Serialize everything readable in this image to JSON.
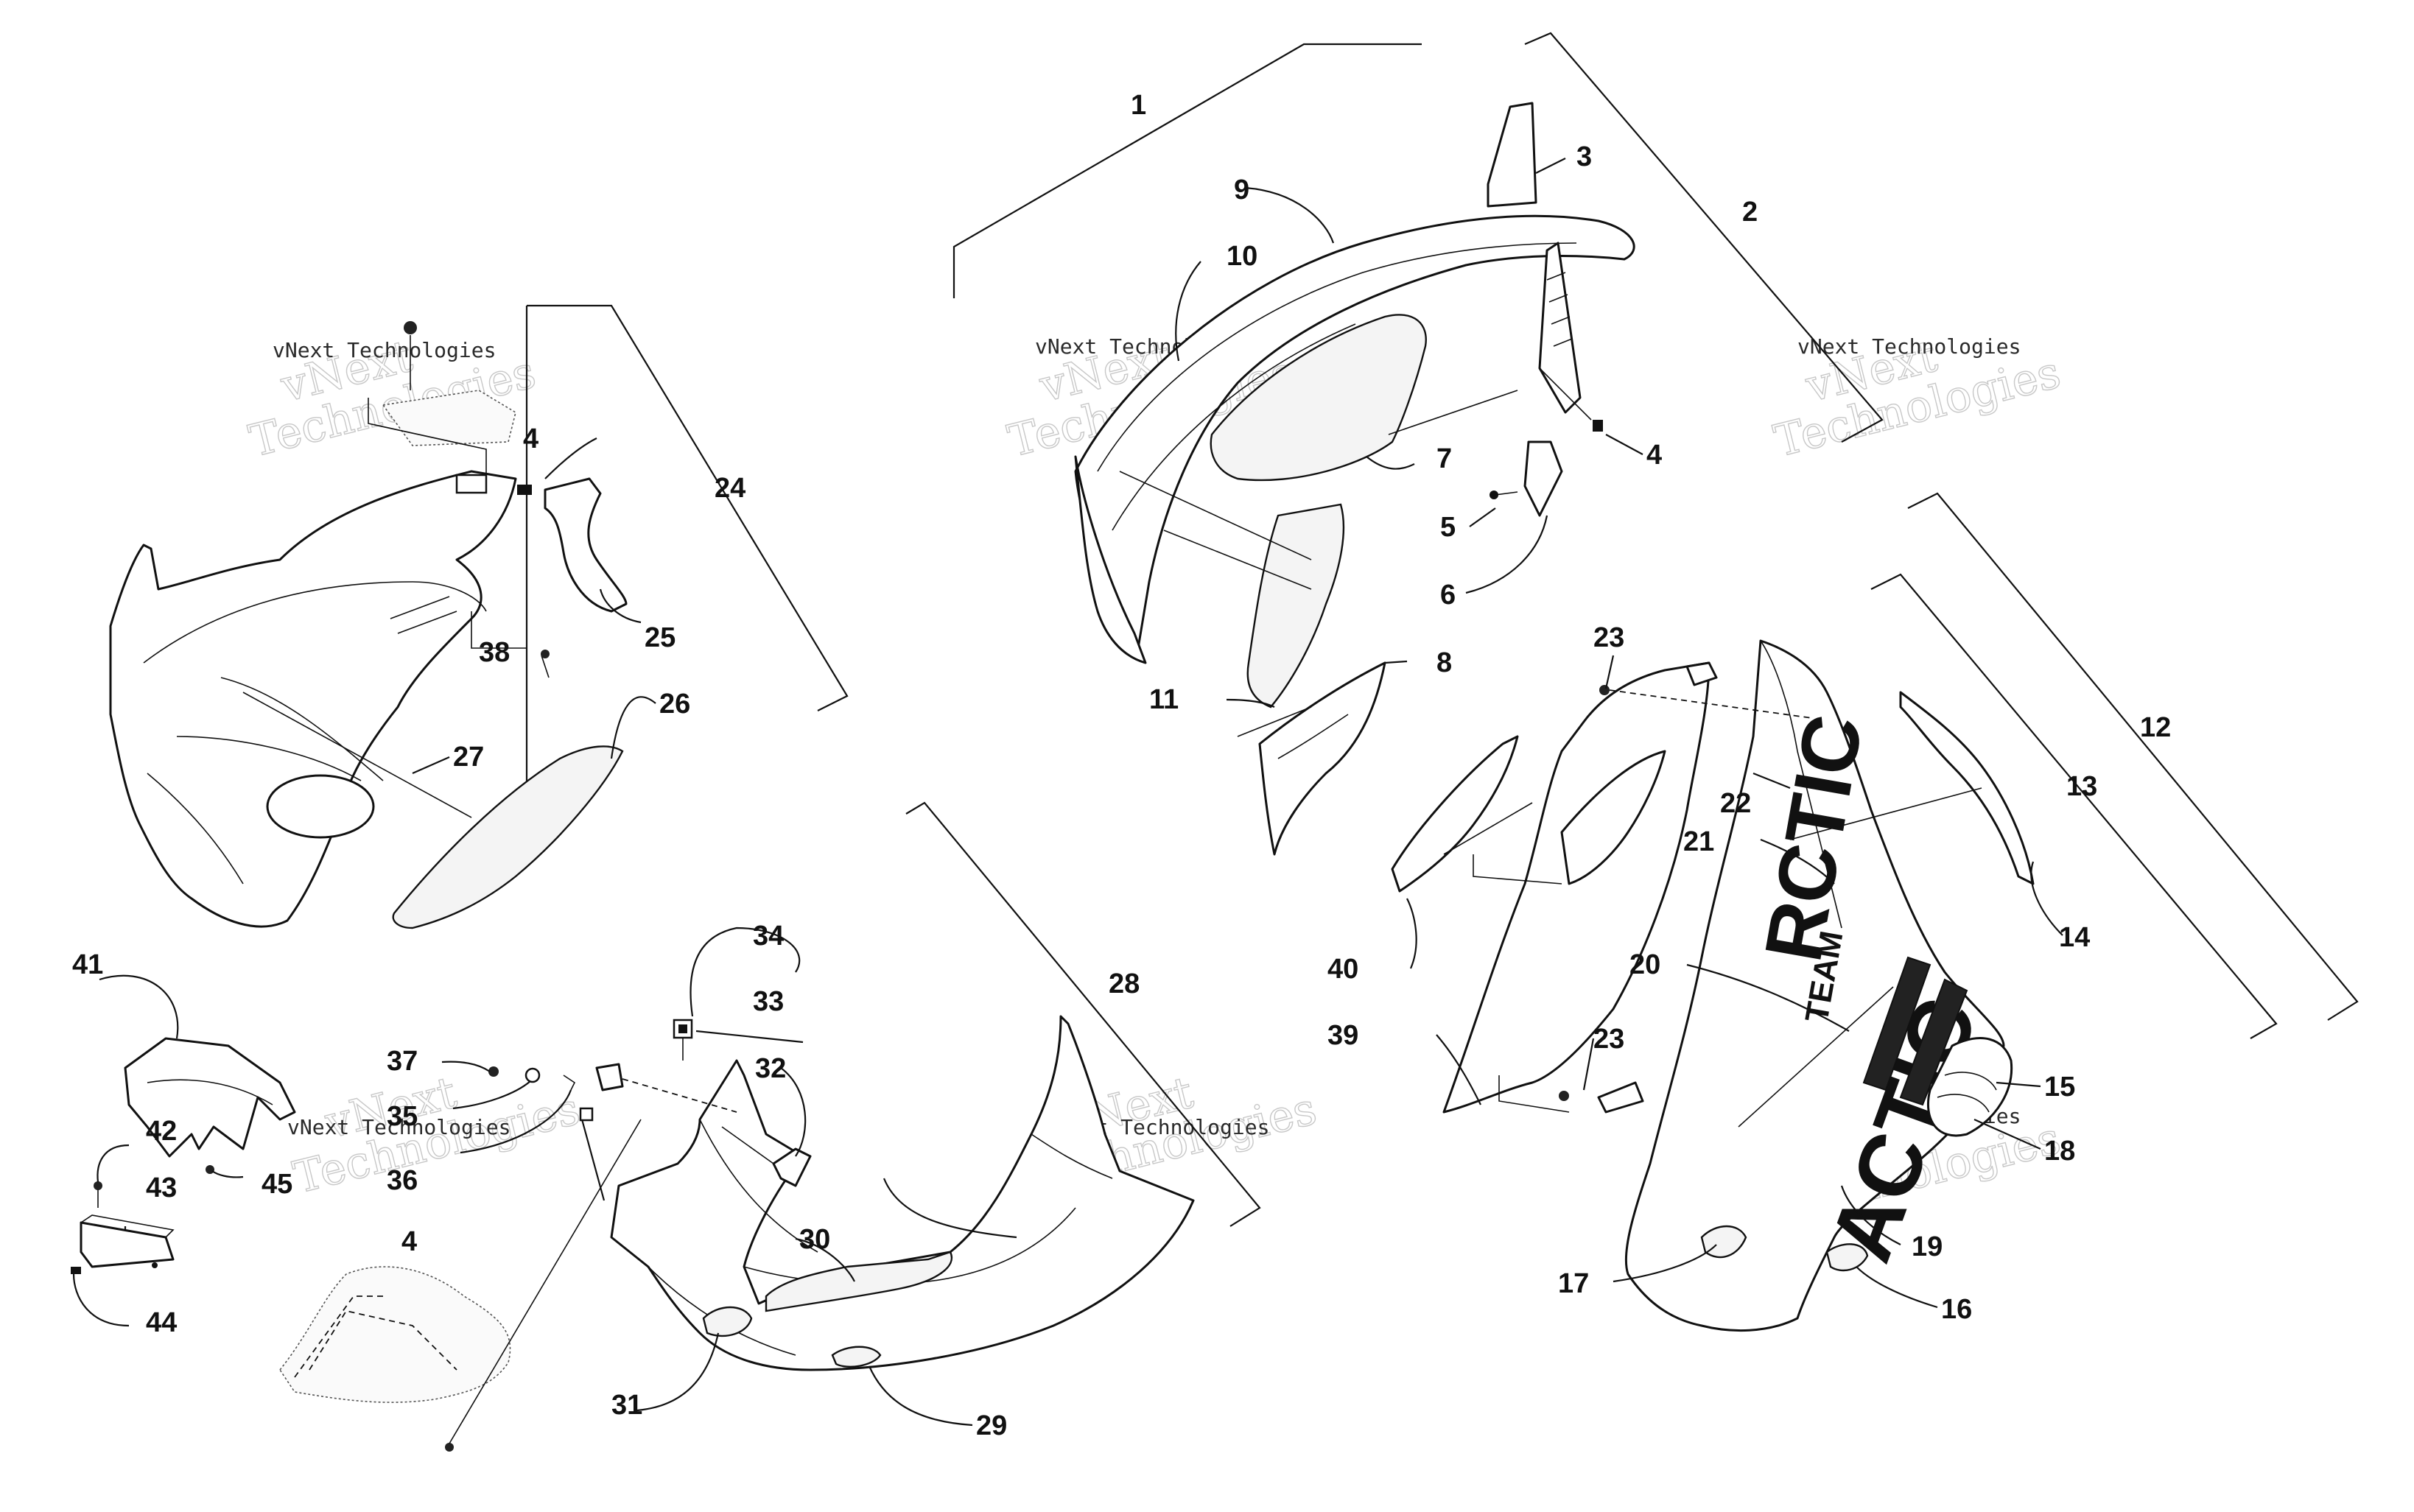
{
  "watermark": {
    "line1": "vNext",
    "line2": "Technologies",
    "small": "vNext Technologies"
  },
  "decal_text": {
    "team": "TEAM",
    "brand_part": "RCTIC",
    "brand_part_lower": "ACTIC"
  },
  "callouts": [
    {
      "id": "c1",
      "label": "1"
    },
    {
      "id": "c2",
      "label": "2"
    },
    {
      "id": "c3",
      "label": "3"
    },
    {
      "id": "c4a",
      "label": "4"
    },
    {
      "id": "c5",
      "label": "5"
    },
    {
      "id": "c6",
      "label": "6"
    },
    {
      "id": "c7",
      "label": "7"
    },
    {
      "id": "c8",
      "label": "8"
    },
    {
      "id": "c9",
      "label": "9"
    },
    {
      "id": "c10",
      "label": "10"
    },
    {
      "id": "c11",
      "label": "11"
    },
    {
      "id": "c12",
      "label": "12"
    },
    {
      "id": "c13",
      "label": "13"
    },
    {
      "id": "c14",
      "label": "14"
    },
    {
      "id": "c15",
      "label": "15"
    },
    {
      "id": "c16",
      "label": "16"
    },
    {
      "id": "c17",
      "label": "17"
    },
    {
      "id": "c18",
      "label": "18"
    },
    {
      "id": "c19",
      "label": "19"
    },
    {
      "id": "c20",
      "label": "20"
    },
    {
      "id": "c21",
      "label": "21"
    },
    {
      "id": "c22",
      "label": "22"
    },
    {
      "id": "c23a",
      "label": "23"
    },
    {
      "id": "c23b",
      "label": "23"
    },
    {
      "id": "c24",
      "label": "24"
    },
    {
      "id": "c25",
      "label": "25"
    },
    {
      "id": "c26",
      "label": "26"
    },
    {
      "id": "c27",
      "label": "27"
    },
    {
      "id": "c28",
      "label": "28"
    },
    {
      "id": "c29",
      "label": "29"
    },
    {
      "id": "c30",
      "label": "30"
    },
    {
      "id": "c31",
      "label": "31"
    },
    {
      "id": "c32",
      "label": "32"
    },
    {
      "id": "c33",
      "label": "33"
    },
    {
      "id": "c34",
      "label": "34"
    },
    {
      "id": "c35",
      "label": "35"
    },
    {
      "id": "c36",
      "label": "36"
    },
    {
      "id": "c37",
      "label": "37"
    },
    {
      "id": "c38",
      "label": "38"
    },
    {
      "id": "c39",
      "label": "39"
    },
    {
      "id": "c40",
      "label": "40"
    },
    {
      "id": "c41",
      "label": "41"
    },
    {
      "id": "c42",
      "label": "42"
    },
    {
      "id": "c43",
      "label": "43"
    },
    {
      "id": "c44",
      "label": "44"
    },
    {
      "id": "c45",
      "label": "45"
    },
    {
      "id": "c4b",
      "label": "4"
    },
    {
      "id": "c4c",
      "label": "4"
    },
    {
      "id": "c4d",
      "label": "4"
    }
  ]
}
